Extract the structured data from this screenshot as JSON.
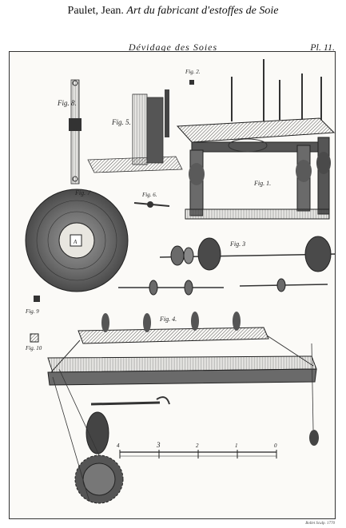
{
  "header": {
    "author": "Paulet, Jean.",
    "work_title": "Art du fabricant d'estoffes de Soie"
  },
  "plate": {
    "title": "Dévidage des Soies",
    "number": "Pl. 11."
  },
  "figure_labels": {
    "fig1": "Fig. 1.",
    "fig2": "Fig. 2.",
    "fig3": "Fig. 3",
    "fig4": "Fig. 4.",
    "fig5": "Fig. 5.",
    "fig6": "Fig. 6.",
    "fig7": "Fig. 7",
    "fig8": "Fig. 8.",
    "fig9": "Fig. 9",
    "fig10": "Fig. 10"
  },
  "scale": {
    "numbers": [
      "4",
      "3",
      "2",
      "1",
      "0"
    ]
  },
  "signature": "Bollet Sculp. 1770"
}
